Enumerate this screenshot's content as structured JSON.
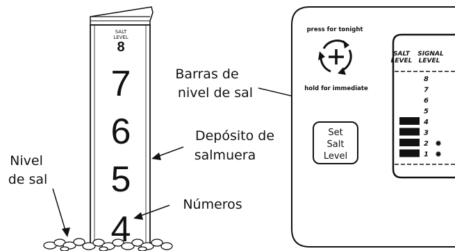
{
  "tube": {
    "cap_line1": "SALT",
    "cap_line2": "LEVEL",
    "cap_number": "8",
    "numbers": [
      "7",
      "6",
      "5",
      "4"
    ]
  },
  "labels": {
    "salt_bars_line1": "Barras de",
    "salt_bars_line2": "nivel de sal",
    "brine_tank_line1": "Depósito de",
    "brine_tank_line2": "salmuera",
    "salt_level_line1": "Nivel",
    "salt_level_line2": "de sal",
    "numbers": "Números"
  },
  "panel": {
    "press_text": "press for tonight",
    "hold_text": "hold for immediate",
    "set_button_line1": "Set",
    "set_button_line2": "Salt",
    "set_button_line3": "Level",
    "col1_line1": "SALT",
    "col1_line2": "LEVEL",
    "col2_line1": "SIGNAL",
    "col2_line2": "LEVEL",
    "levels": [
      "8",
      "7",
      "6",
      "5",
      "4",
      "3",
      "2",
      "1"
    ],
    "filled_levels": 4,
    "signal_levels": 2
  }
}
